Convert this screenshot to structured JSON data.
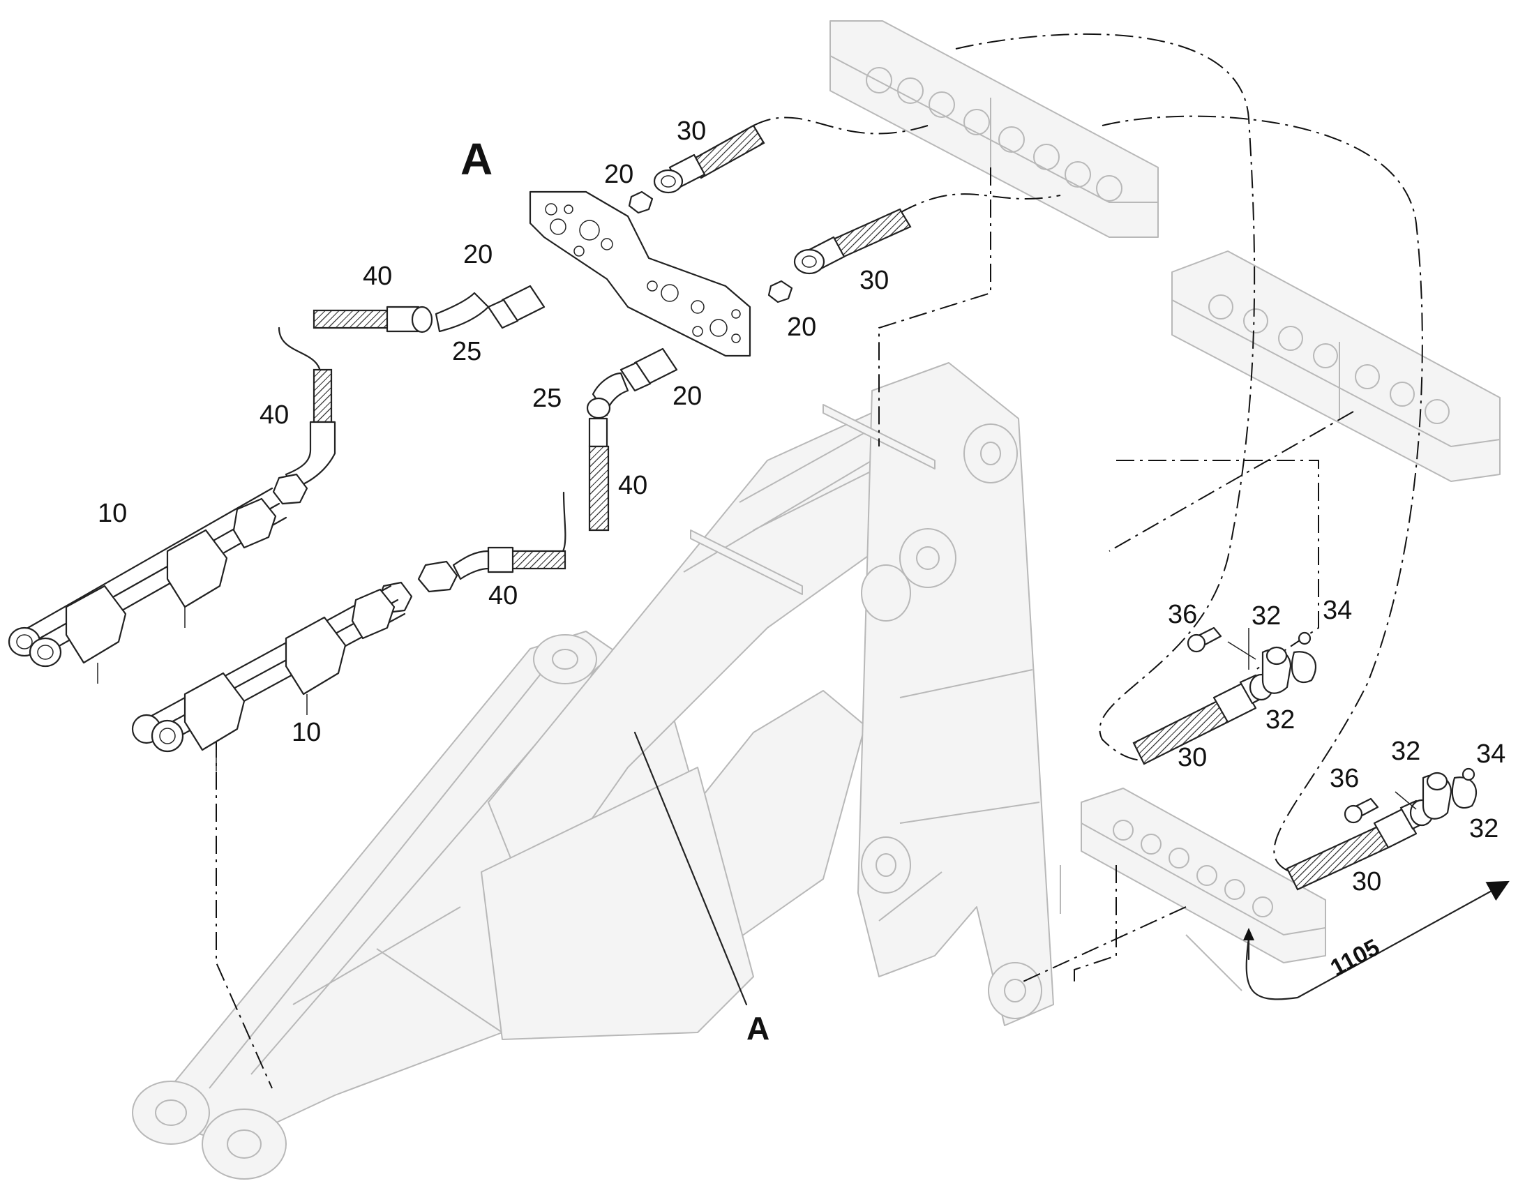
{
  "diagram": {
    "detail_title": "A",
    "detail_reference": "A",
    "dimension": "1105",
    "callouts": [
      {
        "id": "c30a",
        "text": "30"
      },
      {
        "id": "c20a",
        "text": "20"
      },
      {
        "id": "c20b",
        "text": "20"
      },
      {
        "id": "c40a",
        "text": "40"
      },
      {
        "id": "c25a",
        "text": "25"
      },
      {
        "id": "c30b",
        "text": "30"
      },
      {
        "id": "c20c",
        "text": "20"
      },
      {
        "id": "c25b",
        "text": "25"
      },
      {
        "id": "c20d",
        "text": "20"
      },
      {
        "id": "c40b",
        "text": "40"
      },
      {
        "id": "c40c",
        "text": "40"
      },
      {
        "id": "c10a",
        "text": "10"
      },
      {
        "id": "c40d",
        "text": "40"
      },
      {
        "id": "c10b",
        "text": "10"
      },
      {
        "id": "c36a",
        "text": "36"
      },
      {
        "id": "c32a",
        "text": "32"
      },
      {
        "id": "c34a",
        "text": "34"
      },
      {
        "id": "c32b",
        "text": "32"
      },
      {
        "id": "c30c",
        "text": "30"
      },
      {
        "id": "c36b",
        "text": "36"
      },
      {
        "id": "c32c",
        "text": "32"
      },
      {
        "id": "c34b",
        "text": "34"
      },
      {
        "id": "c32d",
        "text": "32"
      },
      {
        "id": "c30d",
        "text": "30"
      }
    ]
  }
}
